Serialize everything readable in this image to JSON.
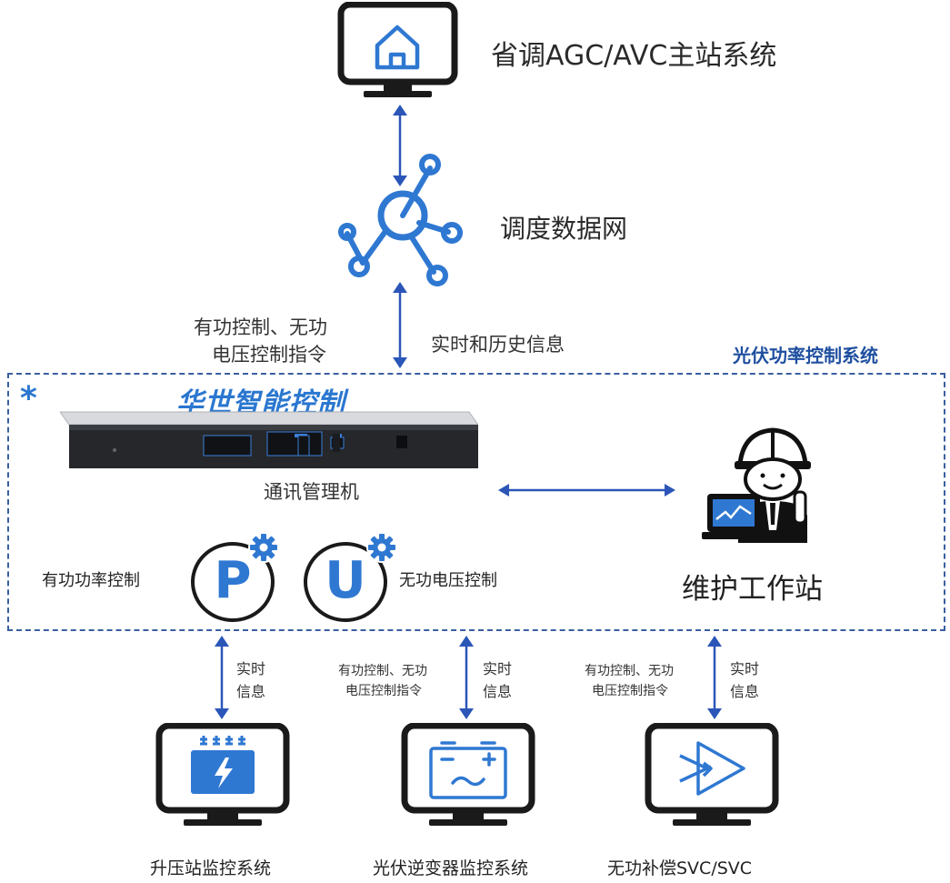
{
  "top": {
    "title": "省调AGC/AVC主站系统",
    "icon": "house-icon"
  },
  "network": {
    "title": "调度数据网",
    "icon": "network-hub-icon"
  },
  "links": {
    "left_cmd": [
      "有功控制、无功",
      "电压控制指令"
    ],
    "right_info": "实时和历史信息"
  },
  "system": {
    "label": "光伏功率控制系统",
    "marker": "*",
    "brand": "华世智能控制",
    "comm_label": "通讯管理机",
    "workstation_label": "维护工作站",
    "p_label": "有功功率控制",
    "p_letter": "P",
    "u_label": "无功电压控制",
    "u_letter": "U"
  },
  "bottom_links": {
    "info": [
      "实时",
      "信息"
    ],
    "cmd": [
      "有功控制、无功",
      "电压控制指令"
    ]
  },
  "bottom": [
    {
      "label": "升压站监控系统",
      "icon": "substation-power-icon"
    },
    {
      "label": "光伏逆变器监控系统",
      "icon": "battery-inverter-icon"
    },
    {
      "label": "无功补偿SVC/SVC",
      "icon": "svc-compensation-icon"
    }
  ],
  "colors": {
    "accent": "#2f78d2",
    "arrow": "#2b56b8",
    "dash": "#3a5fa0"
  }
}
